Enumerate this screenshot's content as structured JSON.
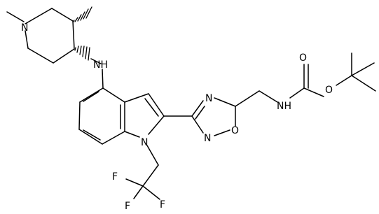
{
  "atom_labels": {
    "n_piperidine": "N",
    "nh_amine": "NH",
    "n_indole": "N",
    "n_oxadiazole_3": "N",
    "n_oxadiazole_2": "N",
    "o_oxadiazole": "O",
    "nh_carbamate": "NH",
    "o_carbonyl": "O",
    "o_ester": "O",
    "f1": "F",
    "f2": "F",
    "f3": "F"
  },
  "colors": {
    "bond": "#000000",
    "background": "#ffffff"
  }
}
